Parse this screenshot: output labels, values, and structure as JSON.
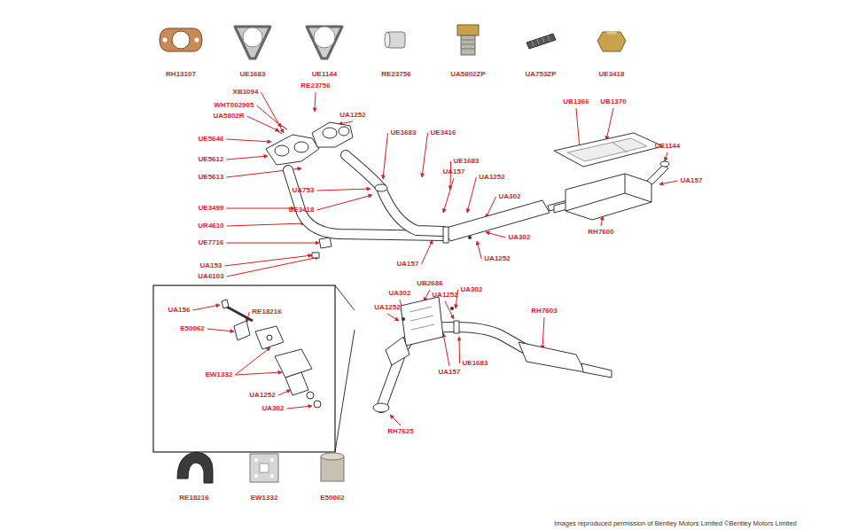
{
  "diagram": {
    "labels": [
      "RH13107",
      "UE1683",
      "UE1144",
      "RE23756",
      "UA5802ZP",
      "UA753ZP",
      "UE3418",
      "XB1094",
      "WHT002905",
      "UA5802R",
      "RE23756",
      "UE5646",
      "UA1252",
      "UE5612",
      "UE5613",
      "UE1683",
      "UE3416",
      "UA753",
      "UE3418",
      "UE1683",
      "UA157",
      "UA1252",
      "UA302",
      "UE3499",
      "UR4610",
      "UE7716",
      "UA153",
      "UA6103",
      "UA302",
      "UA157",
      "UA1252",
      "UB1366",
      "UB1370",
      "UE1144",
      "UA157",
      "RH7600",
      "UB2686",
      "UA302",
      "UA302",
      "UA1252",
      "UA1252",
      "RH7603",
      "UE1683",
      "UA157",
      "RH7625",
      "UA156",
      "RE18216",
      "E50062",
      "EW1332",
      "UA1252",
      "UA302",
      "RE18216",
      "EW1332",
      "E50062"
    ],
    "caption": "Images reproduced permission of Bentley Motors Limited ©Bentley Motors Limited"
  }
}
